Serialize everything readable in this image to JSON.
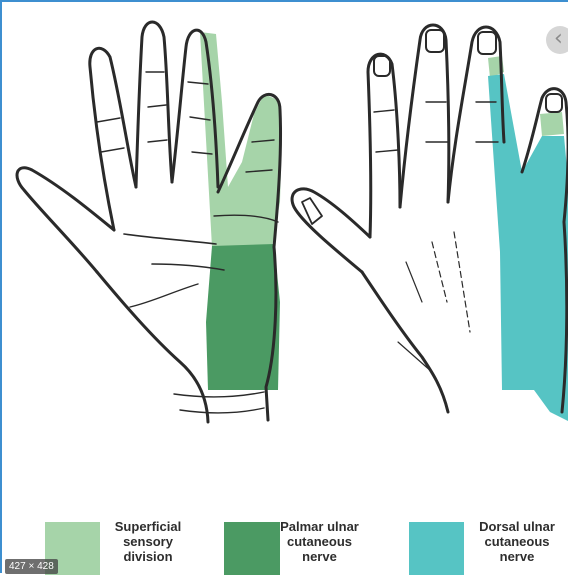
{
  "image": {
    "size_badge": "427 × 428"
  },
  "legend": [
    {
      "label": "Superficial\nsensory\ndivision",
      "color": "#a6d4a9"
    },
    {
      "label": "Palmar ulnar\ncutaneous\nnerve",
      "color": "#4b9a63"
    },
    {
      "label": "Dorsal ulnar\ncutaneous\nnerve",
      "color": "#56c4c4"
    }
  ],
  "colors": {
    "frame_border": "#3d8fd0",
    "outline": "#2a2a2a"
  },
  "icons": {
    "nav": "chevron-left-icon"
  }
}
